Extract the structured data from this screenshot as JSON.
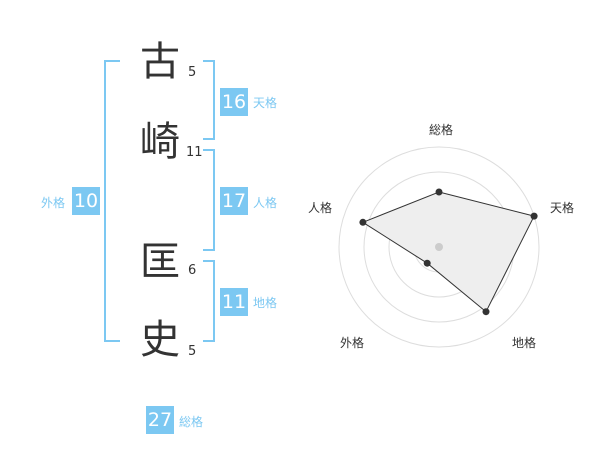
{
  "name": {
    "chars": [
      {
        "char": "古",
        "strokes": "5"
      },
      {
        "char": "崎",
        "strokes": "11"
      },
      {
        "char": "匡",
        "strokes": "6"
      },
      {
        "char": "史",
        "strokes": "5"
      }
    ]
  },
  "kaku": {
    "tenkaku": {
      "label": "天格",
      "value": "16"
    },
    "jinkaku": {
      "label": "人格",
      "value": "17"
    },
    "chikaku": {
      "label": "地格",
      "value": "11"
    },
    "gaikaku": {
      "label": "外格",
      "value": "10"
    },
    "soukaku": {
      "label": "総格",
      "value": "27"
    }
  },
  "colors": {
    "accent": "#7cc8f2",
    "text": "#333333",
    "radar_fill": "#eeeeee",
    "grid": "#dddddd"
  },
  "chart_data": {
    "type": "radar",
    "axes": [
      "総格",
      "天格",
      "地格",
      "外格",
      "人格"
    ],
    "values": [
      0.55,
      1.0,
      0.8,
      0.2,
      0.8
    ],
    "rings": 4
  }
}
